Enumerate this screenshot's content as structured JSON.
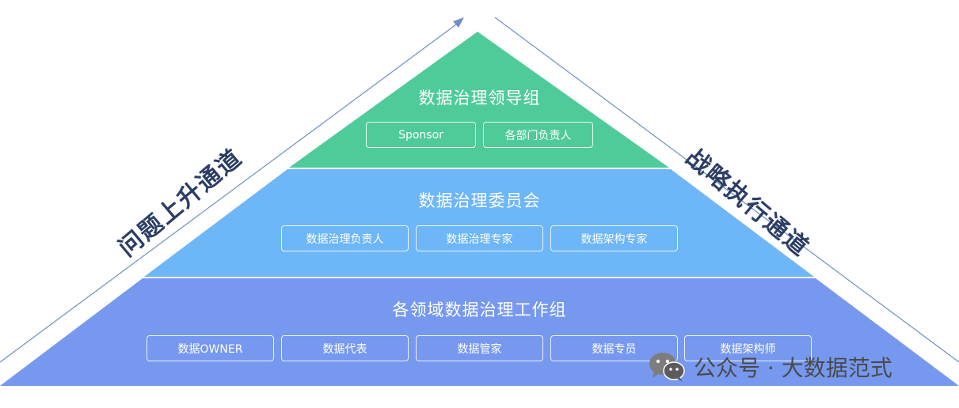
{
  "tiers": [
    {
      "title": "数据治理领导组",
      "color": "#4fcb9a",
      "members": [
        "Sponsor",
        "各部门负责人"
      ]
    },
    {
      "title": "数据治理委员会",
      "color": "#6db6f7",
      "members": [
        "数据治理负责人",
        "数据治理专家",
        "数据架构专家"
      ]
    },
    {
      "title": "各领域数据治理工作组",
      "color": "#7698ee",
      "members": [
        "数据OWNER",
        "数据代表",
        "数据管家",
        "数据专员",
        "数据架构师"
      ]
    }
  ],
  "channels": {
    "left": "问题上升通道",
    "right": "战略执行通道"
  },
  "watermark": {
    "text": "公众号 · 大数据范式",
    "icon": "wechat-icon"
  },
  "colors": {
    "arrow_line": "#6f8fc4",
    "channel_text": "#2c3e66"
  }
}
